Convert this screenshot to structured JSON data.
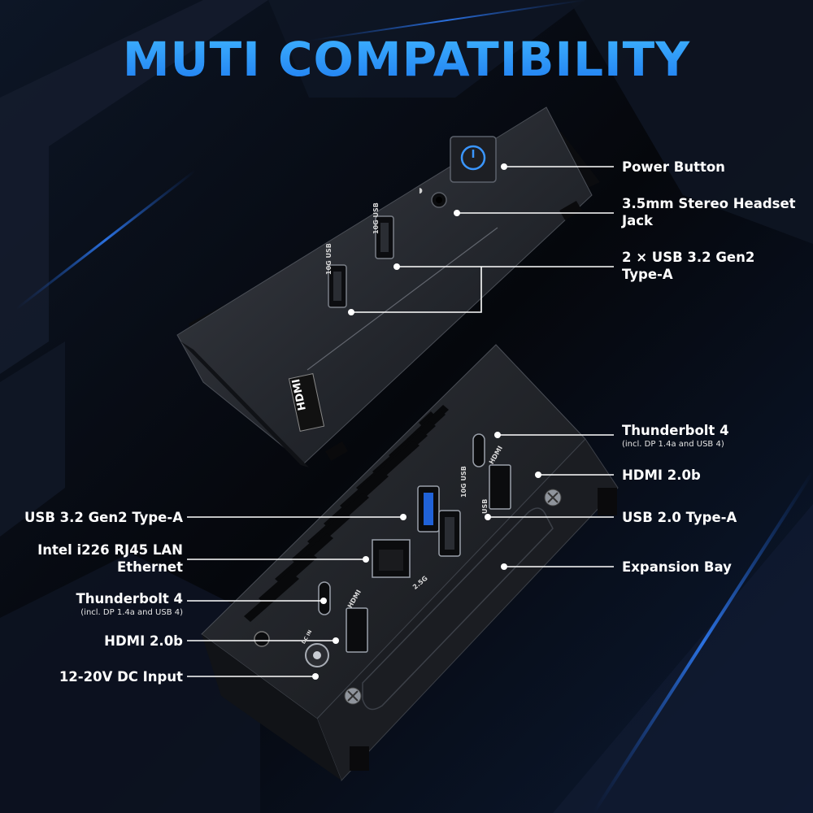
{
  "title": "MUTI COMPATIBILITY",
  "colors": {
    "title_blue": "#2a95ff",
    "background": "#06080f",
    "device": "#25272c",
    "accent_blue": "#1e5fd0"
  },
  "top_device_ports": {
    "usb_left": "10G USB",
    "usb_right": "10G USB"
  },
  "bottom_device_ports": {
    "usb_top": "10G USB",
    "usb_bottom": "USB",
    "hdmi_top": "HDMI",
    "hdmi_bottom": "HDMI",
    "lan": "2.5G",
    "dc": "DC IN"
  },
  "labels": {
    "power_button": "Power Button",
    "headset_jack": "3.5mm Stereo Headset Jack",
    "usb32_gen2_top": "2 × USB 3.2 Gen2 Type-A",
    "tb4_right": "Thunderbolt 4",
    "tb4_right_sub": "(incl. DP 1.4a and USB 4)",
    "hdmi_right": "HDMI 2.0b",
    "usb20": "USB 2.0 Type-A",
    "expansion_bay": "Expansion Bay",
    "usb32_left": "USB 3.2 Gen2 Type-A",
    "lan_left_1": "Intel i226 RJ45 LAN",
    "lan_left_2": "Ethernet",
    "tb4_left": "Thunderbolt 4",
    "tb4_left_sub": "(incl. DP 1.4a and USB 4)",
    "hdmi_left": "HDMI 2.0b",
    "dc_input": "12-20V DC Input"
  }
}
